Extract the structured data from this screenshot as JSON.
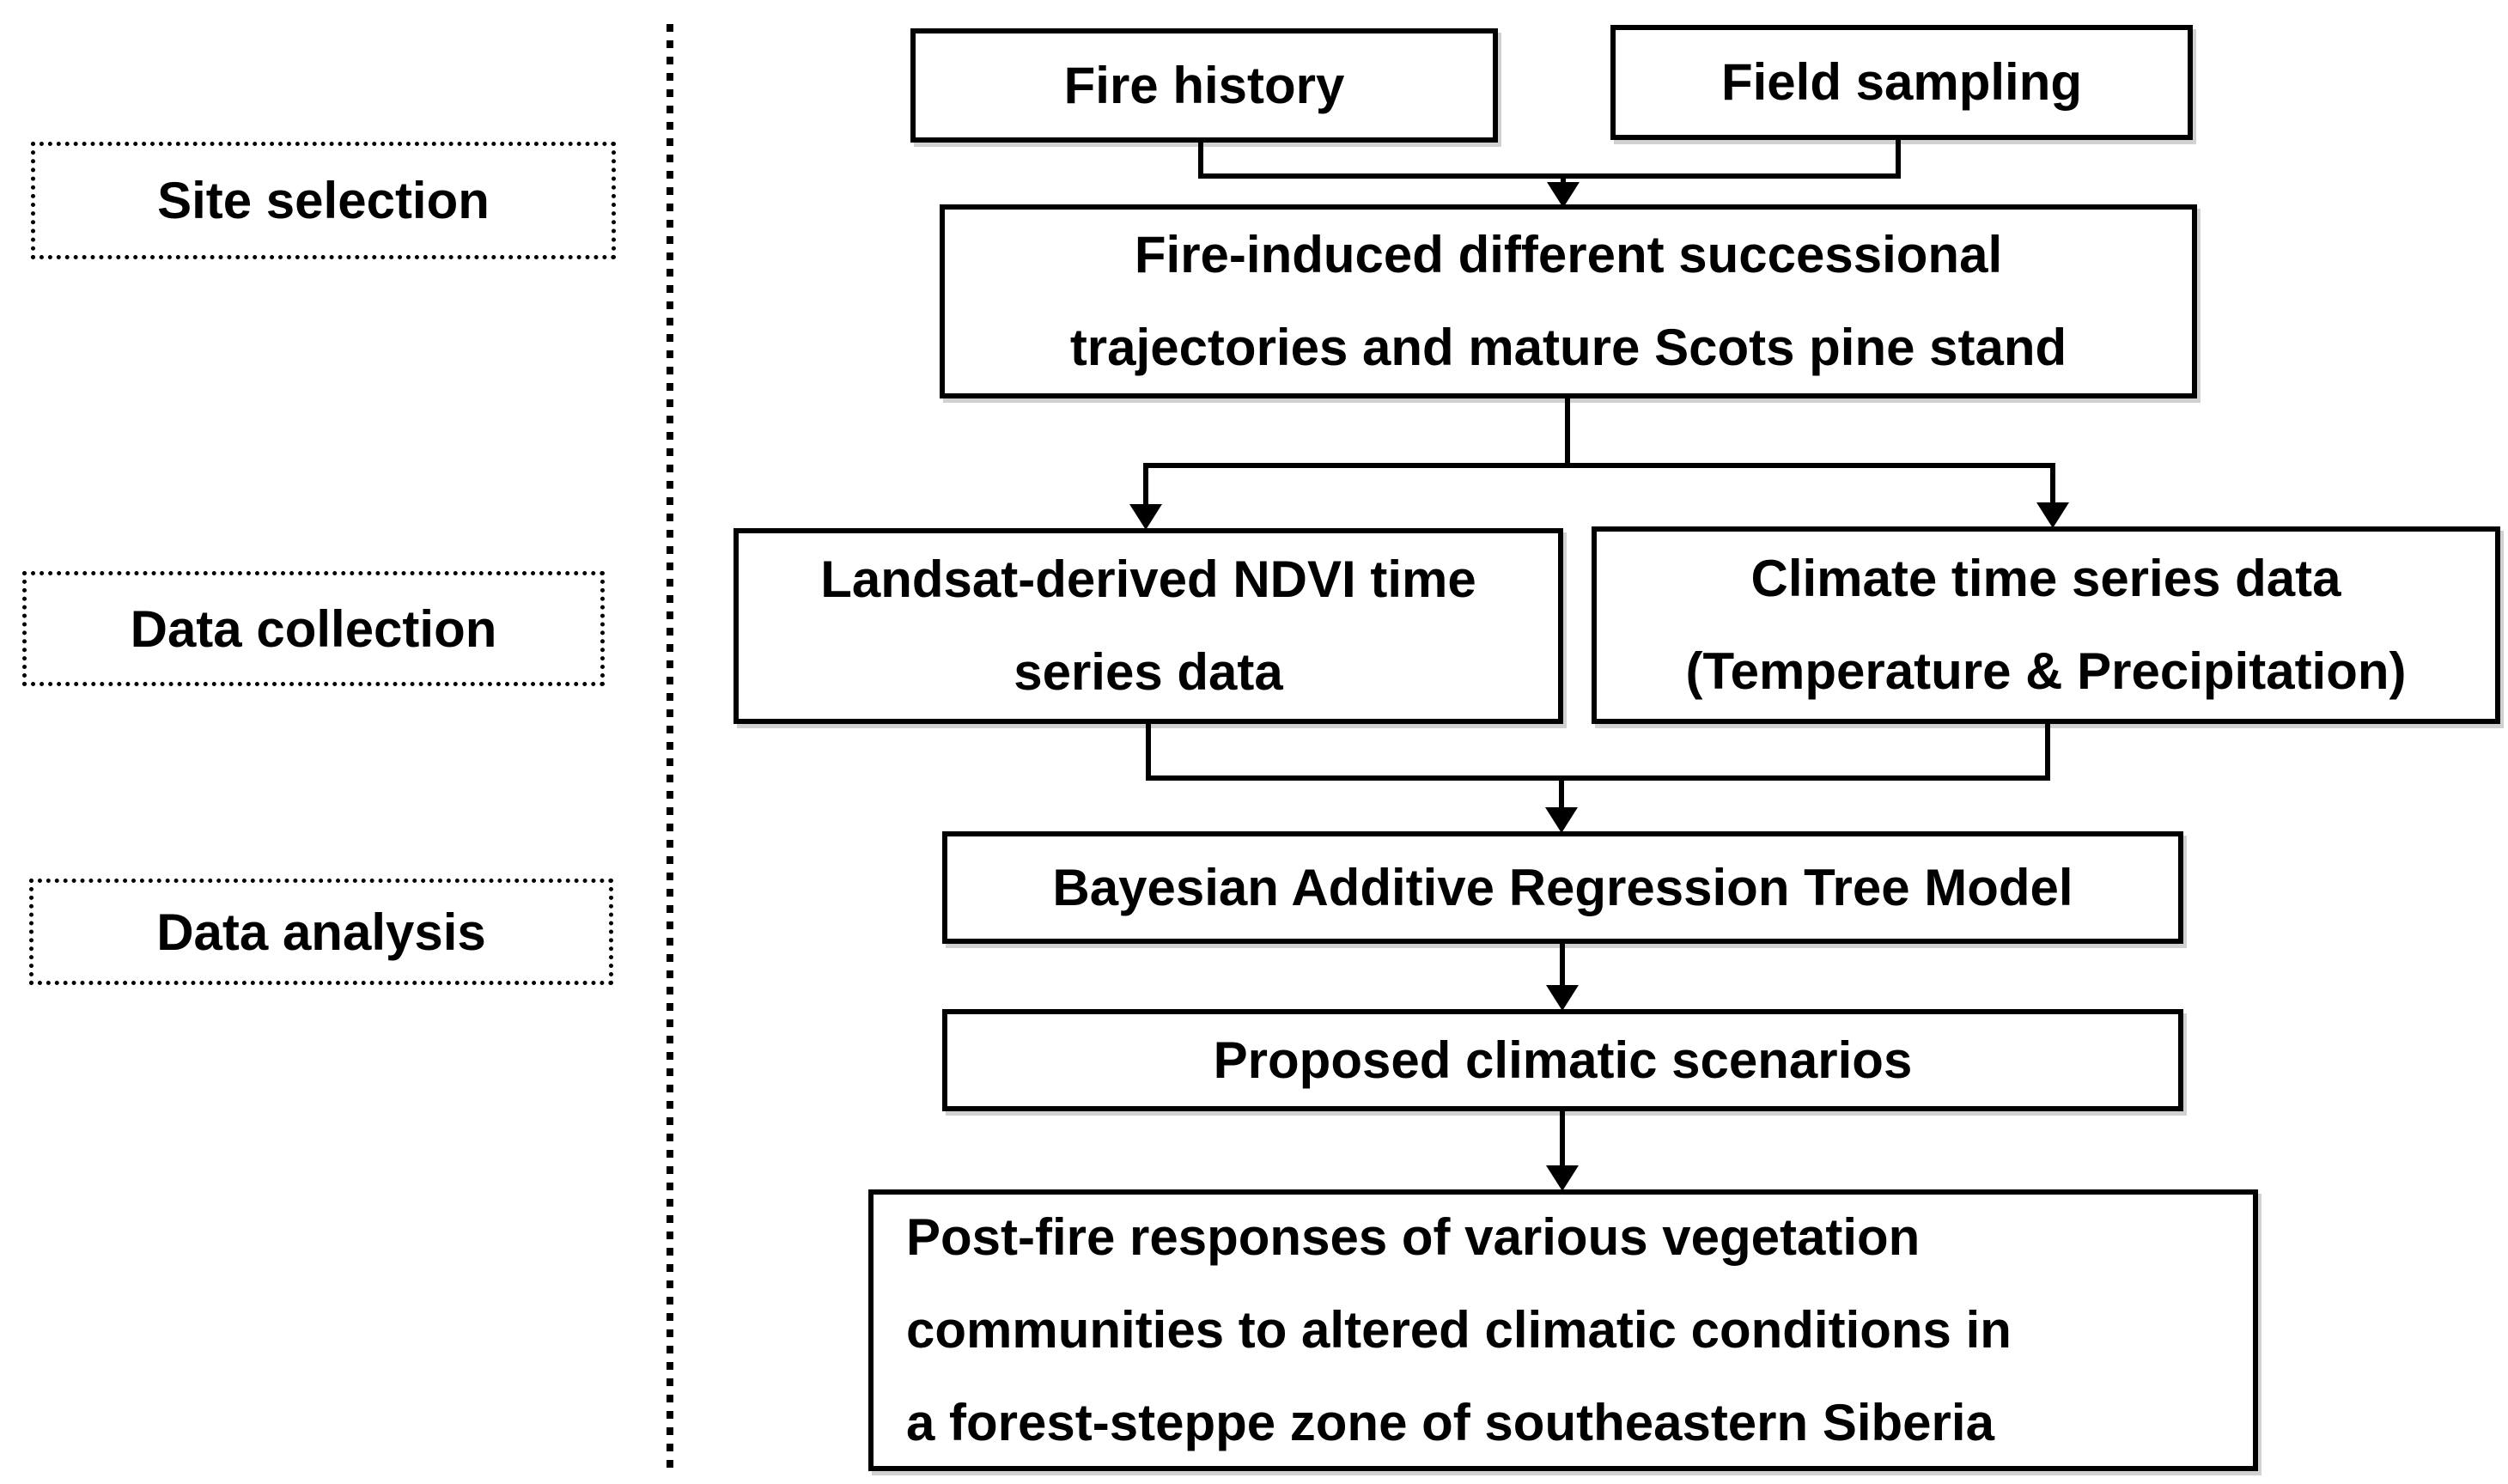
{
  "diagram": {
    "stages": [
      {
        "label": "Site selection"
      },
      {
        "label": "Data collection"
      },
      {
        "label": "Data analysis"
      }
    ],
    "nodes": {
      "fire_history": "Fire history",
      "field_sampling": "Field sampling",
      "fire_induced": "Fire-induced different successional\ntrajectories and mature Scots pine stand",
      "landsat": "Landsat-derived NDVI time\nseries data",
      "climate": "Climate time series data\n(Temperature & Precipitation)",
      "bart": "Bayesian Additive Regression Tree Model",
      "scenarios": "Proposed climatic scenarios",
      "outcome": "Post-fire responses of various vegetation\ncommunities to altered climatic conditions in\na forest-steppe zone of southeastern Siberia"
    },
    "colors": {
      "line": "#000000",
      "text": "#000000",
      "background": "#ffffff"
    }
  }
}
